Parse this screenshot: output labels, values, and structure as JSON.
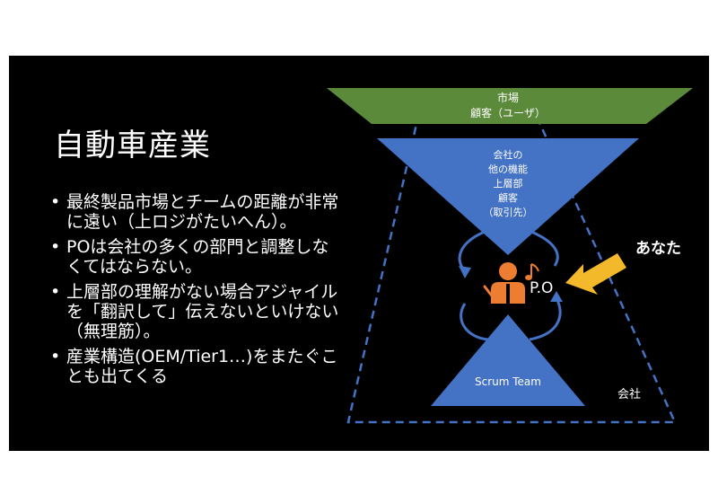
{
  "slide": {
    "title": "自動車産業",
    "bullets": [
      "最終製品市場とチームの距離が非常に遠い（上ロジがたいへん）。",
      "POは会社の多くの部門と調整しなくてはならない。",
      "上層部の理解がない場合アジャイルを「翻訳して」伝えないといけない（無理筋）。",
      "産業構造(OEM/Tier1…)をまたぐことも出てくる"
    ]
  },
  "diagram": {
    "market_label": [
      "市場",
      "顧客（ユーザ）"
    ],
    "company_label": [
      "会社の",
      "他の機能",
      "上層部",
      "顧客",
      "（取引先）"
    ],
    "po_label": "P.O",
    "team_label": "Scrum Team",
    "company_boundary_label": "会社",
    "you_label": "あなた",
    "icons": [
      "conductor-icon",
      "music-note-icon"
    ],
    "colors": {
      "market": "#5b8a3a",
      "company": "#4472c4",
      "team": "#4472c4",
      "po": "#ed7d31",
      "you_arrow": "#f4b92b",
      "boundary": "#4472c4"
    }
  }
}
